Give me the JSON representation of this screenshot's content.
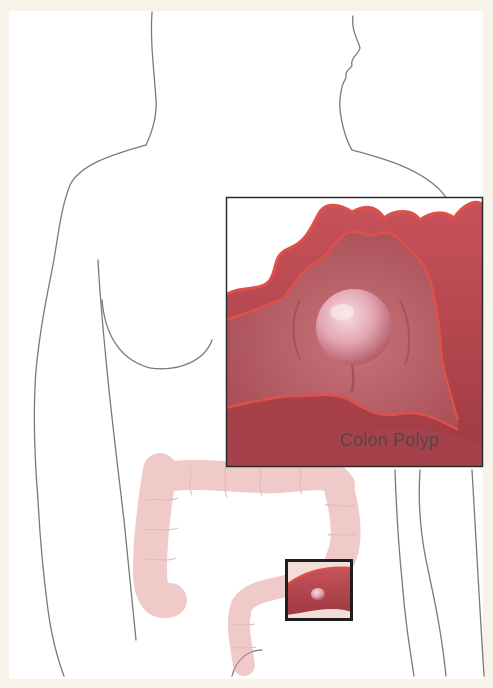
{
  "inset": {
    "label": "Colon Polyp"
  },
  "colors": {
    "background": "#f8f3e8",
    "panel": "#ffffff",
    "outline": "#6e6e6e",
    "colon_faded": "#e9b4b0",
    "colon_tissue": "#b8474d",
    "colon_rim": "#e0504a",
    "polyp": "#e6b3bc",
    "inset_border": "#2b2b2b"
  },
  "icons": [
    "human-torso-outline-illustration",
    "colon-illustration",
    "magnified-colon-inset-illustration"
  ]
}
